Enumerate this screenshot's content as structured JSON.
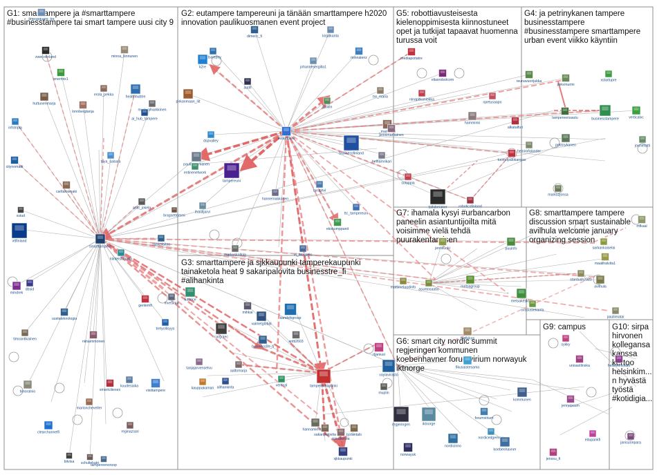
{
  "groups": [
    {
      "id": "G1",
      "lines": [
        "G1: smarttampere ja #smarttampere",
        "#businesstampere tai smart tampere uusi city 9"
      ]
    },
    {
      "id": "G2",
      "lines": [
        "G2: eutampere tampereuni ja tänään smarttampere h2020",
        "innovation paulikuosmanen event project"
      ]
    },
    {
      "id": "G5",
      "lines": [
        "G5: robottiavusteisesta",
        "kielenoppimisesta kiinnostuneet",
        "opet ja tutkijat tapaavat huomenna",
        "turussa voit"
      ]
    },
    {
      "id": "G4",
      "lines": [
        "G4: ja petrinykanen tampere",
        "businesstampere",
        "#businesstampere smarttampere",
        "urban event viikko käyntiin"
      ]
    },
    {
      "id": "G7",
      "lines": [
        "G7: ihamala kysyi #urbancarbon",
        "paneelin asiantuntijoilta mitä",
        "voisimme vielä tehdä",
        "puurakentamisen"
      ]
    },
    {
      "id": "G8",
      "lines": [
        "G8: smarttampere tampere",
        "discussion smart sustainable",
        "avilhula welcome january",
        "organizing session"
      ]
    },
    {
      "id": "G3",
      "lines": [
        "G3: smarttampere ja sjkkaupunki tamperekaupunki",
        "tainaketola heat 9 sakaripalovita businesstre_fi",
        "#alihankinta"
      ]
    },
    {
      "id": "G6",
      "lines": [
        "G6: smart city nordic summit",
        "regjeringen kommunen",
        "koebenhavner forumvirium norwayuk",
        "iktnorge"
      ]
    },
    {
      "id": "G9",
      "lines": [
        "G9: campus"
      ]
    },
    {
      "id": "G10",
      "lines": [
        "G10: sirpa",
        "hirvonen",
        "kollegansa",
        "kanssa",
        "kertoo",
        "helsinkim...",
        "n hyvästä",
        "työstä",
        "#kotidigia..."
      ]
    }
  ],
  "nodes": [
    {
      "id": "timessquare_tre",
      "color": "#6b8fb5"
    },
    {
      "id": "zwecofinland",
      "color": "#2b2b2b"
    },
    {
      "id": "enermix1",
      "color": "#3c9a3c"
    },
    {
      "id": "minna_kinnunen",
      "color": "#9a8a78"
    },
    {
      "id": "healthhubtre",
      "color": "#2f6fb0"
    },
    {
      "id": "erola_pekka",
      "color": "#8a6a5a"
    },
    {
      "id": "huttunenmarja",
      "color": "#7a5a4a"
    },
    {
      "id": "lonnbergtanja",
      "color": "#a07060"
    },
    {
      "id": "markusmarkkinen",
      "color": "#6a6a6a"
    },
    {
      "id": "ai_hub_tampere",
      "color": "#1f4f8f"
    },
    {
      "id": "infotripla",
      "color": "#2a7ac0"
    },
    {
      "id": "taya_salsala",
      "color": "#4a8fd0"
    },
    {
      "id": "citynomadi",
      "color": "#1d5fa0"
    },
    {
      "id": "carltalosmaki",
      "color": "#8a6a50"
    },
    {
      "id": "antti_jokela",
      "color": "#5a5a5a"
    },
    {
      "id": "bragsettommi",
      "color": "#6a5040"
    },
    {
      "id": "xstud",
      "color": "#444444"
    },
    {
      "id": "zahkolaitos",
      "color": "#2f5f8f"
    },
    {
      "id": "vttfinland",
      "color": "#0a3a8a"
    },
    {
      "id": "smarttampere",
      "color": "#1f3f6f"
    },
    {
      "id": "kiinteistoautta",
      "color": "#2a8a9a"
    },
    {
      "id": "mindrek",
      "color": "#7a2f8f"
    },
    {
      "id": "dbsid",
      "color": "#3a3a8a"
    },
    {
      "id": "uustateknologia",
      "color": "#2f5f8f"
    },
    {
      "id": "genlemfi",
      "color": "#c03040"
    },
    {
      "id": "timoantikainen",
      "color": "#7a6a5a"
    },
    {
      "id": "niinaimmonen",
      "color": "#8a5a6a"
    },
    {
      "id": "tretyollisyys",
      "color": "#1f5fb0"
    },
    {
      "id": "timoralnio",
      "color": "#8a8a7a"
    },
    {
      "id": "smartcitiesex",
      "color": "#b03040"
    },
    {
      "id": "kuudesaika",
      "color": "#5a7aa0"
    },
    {
      "id": "visittampere",
      "color": "#3f7fd0"
    },
    {
      "id": "marioncheveller",
      "color": "#9a6a50"
    },
    {
      "id": "clearchannelfi",
      "color": "#1f6fd0"
    },
    {
      "id": "reginazsari",
      "color": "#7a5a5a"
    },
    {
      "id": "bitvisa",
      "color": "#3f3f3f"
    },
    {
      "id": "schultekatri",
      "color": "#6a5a5a"
    },
    {
      "id": "tampereenorsop",
      "color": "#4a6a8a"
    },
    {
      "id": "3dsalepoy",
      "color": "#2a6fb0"
    },
    {
      "id": "dimecc_fi",
      "color": "#2f5f8f"
    },
    {
      "id": "kirjatkanta",
      "color": "#6a8ab0"
    },
    {
      "id": "k2re",
      "color": "#1f7fd0"
    },
    {
      "id": "autifi",
      "color": "#2f2f4f"
    },
    {
      "id": "johannesergilla1",
      "color": "#6a8fb0"
    },
    {
      "id": "minnalenz",
      "color": "#3f7fbf"
    },
    {
      "id": "pirkanmaan_liit",
      "color": "#a05a30"
    },
    {
      "id": "ajuxlin",
      "color": "#5a8a5a"
    },
    {
      "id": "tre_maria",
      "color": "#8a7a6a"
    },
    {
      "id": "eutampere",
      "color": "#2f6fd0"
    },
    {
      "id": "dspvalley",
      "color": "#2a8ad0"
    },
    {
      "id": "businessfinland",
      "color": "#1f4fa0"
    },
    {
      "id": "_marhoela",
      "color": "#8a6a5a"
    },
    {
      "id": "paulikuosmanen",
      "color": "#6a7a8a"
    },
    {
      "id": "tampereuni",
      "color": "#4a1f8f"
    },
    {
      "id": "helhamrikari",
      "color": "#7a7a8a"
    },
    {
      "id": "entinenetwork",
      "color": "#3f8f6f"
    },
    {
      "id": "hannemakkonen",
      "color": "#6a6a8a"
    },
    {
      "id": "taruphvl",
      "color": "#4a7ab0"
    },
    {
      "id": "ihautijarvi",
      "color": "#6a8aa0"
    },
    {
      "id": "ttc_tampereuni",
      "color": "#3f6fb0"
    },
    {
      "id": "ekokumppanit",
      "color": "#3f9a4f"
    },
    {
      "id": "markuskallola",
      "color": "#6a6a6a"
    },
    {
      "id": "vl_brussels",
      "color": "#4a6a9a"
    },
    {
      "id": "mediapoitatre",
      "color": "#c03040"
    },
    {
      "id": "eliasrobotcom",
      "color": "#7a2a7a"
    },
    {
      "id": "ninapitkaniokka",
      "color": "#c04050"
    },
    {
      "id": "opetusaapo",
      "color": "#c05060"
    },
    {
      "id": "alkatalfuri",
      "color": "#b03040"
    },
    {
      "id": "jennimartiainen",
      "color": "#8a6a7a"
    },
    {
      "id": "hamminki",
      "color": "#8a7a7a"
    },
    {
      "id": "tuomopalokangas",
      "color": "#c03040"
    },
    {
      "id": "solappia",
      "color": "#c04050"
    },
    {
      "id": "tallaberaker",
      "color": "#2a2a2a"
    },
    {
      "id": "roboticsfinland",
      "color": "#a03040"
    },
    {
      "id": "reunavuorijukka",
      "color": "#5a8a4a"
    },
    {
      "id": "xstartupre",
      "color": "#3f9a3f"
    },
    {
      "id": "pekvinurmi",
      "color": "#6a8a5a"
    },
    {
      "id": "tampereensautu",
      "color": "#3f6f3f"
    },
    {
      "id": "businesstampere",
      "color": "#2f8f4f"
    },
    {
      "id": "verticalvc",
      "color": "#3f9f3f"
    },
    {
      "id": "petrinykanen",
      "color": "#5a7a5a"
    },
    {
      "id": "jounimatti",
      "color": "#6a8a6a"
    },
    {
      "id": "heinirafalander",
      "color": "#7a8a6a"
    },
    {
      "id": "markuzjonsa",
      "color": "#6a7a5a"
    },
    {
      "id": "jenniluoki",
      "color": "#8a9a4a"
    },
    {
      "id": "puuinfo",
      "color": "#4a8a3f"
    },
    {
      "id": "metsagroup",
      "color": "#5a8f2f"
    },
    {
      "id": "mattimelaadinfo",
      "color": "#8a8a3f"
    },
    {
      "id": "asuntosaatio",
      "color": "#7a8a3f"
    },
    {
      "id": "sarkankaiselai",
      "color": "#8a9a3f"
    },
    {
      "id": "maalihalvita1",
      "color": "#9a9a4f"
    },
    {
      "id": "stardush2020",
      "color": "#8a8a5a"
    },
    {
      "id": "avilhula",
      "color": "#7a7a4a"
    },
    {
      "id": "metsakeskus",
      "color": "#3f8f3f"
    },
    {
      "id": "svasustekanta",
      "color": "#6a9a3f"
    },
    {
      "id": "pauliimatai",
      "color": "#8a8a6a"
    },
    {
      "id": "mfkaal",
      "color": "#8a9a6a"
    },
    {
      "id": "mufkikas",
      "color": "#a08a6a"
    },
    {
      "id": "sykky",
      "color": "#c04080"
    },
    {
      "id": "unisastlinska",
      "color": "#a04080"
    },
    {
      "id": "helsinkimisato",
      "color": "#8a3f8f"
    },
    {
      "id": "jennepuum",
      "color": "#9a4a8a"
    },
    {
      "id": "edupankfi",
      "color": "#c040a0"
    },
    {
      "id": "jenssu_fi",
      "color": "#b04080"
    },
    {
      "id": "janisuonpara",
      "color": "#7a4a7a"
    },
    {
      "id": "futurice",
      "color": "#2f8f6f"
    },
    {
      "id": "mvesima",
      "color": "#5a6a7a"
    },
    {
      "id": "mihkai",
      "color": "#5a5a6a"
    },
    {
      "id": "sandvikgroup",
      "color": "#1f6fb0"
    },
    {
      "id": "valmetglobal",
      "color": "#2f4f7f"
    },
    {
      "id": "cargotec",
      "color": "#3f3f3f"
    },
    {
      "id": "businesstre_fi",
      "color": "#2f5f8f"
    },
    {
      "id": "antti2603",
      "color": "#6a6a6a"
    },
    {
      "id": "tanjajarvenselvu",
      "color": "#8a6a8a"
    },
    {
      "id": "aaltomarja",
      "color": "#7a6a6a"
    },
    {
      "id": "kauppakamari",
      "color": "#c07a30"
    },
    {
      "id": "alihankinta",
      "color": "#2f4f8f"
    },
    {
      "id": "vertical",
      "color": "#2f8f5f"
    },
    {
      "id": "tamperekaupunki",
      "color": "#c03030"
    },
    {
      "id": "vaylavirasto",
      "color": "#1f5fa0"
    },
    {
      "id": "rtjaniusi",
      "color": "#c04080"
    },
    {
      "id": "hannamiempola",
      "color": "#6a6a5a"
    },
    {
      "id": "sakaripalovita",
      "color": "#7a6a5a"
    },
    {
      "id": "tainaketola",
      "color": "#8a6a6a"
    },
    {
      "id": "tyzlantalo",
      "color": "#7a6a4a"
    },
    {
      "id": "sjkkaupunki",
      "color": "#2f3f7f"
    },
    {
      "id": "muplin",
      "color": "#5a5a5a"
    },
    {
      "id": "regjeringen",
      "color": "#2f2f3f"
    },
    {
      "id": "iktnorge",
      "color": "#5a8aa0"
    },
    {
      "id": "fikusaistesama",
      "color": "#3f9fd0"
    },
    {
      "id": "nordicedgeexpo",
      "color": "#3f8fbf"
    },
    {
      "id": "kommunen",
      "color": "#3f5f8f"
    },
    {
      "id": "norwayuk",
      "color": "#2f2f5f"
    },
    {
      "id": "nordicinno",
      "color": "#2f6fa0"
    },
    {
      "id": "koebenhavner",
      "color": "#3f6f9f"
    },
    {
      "id": "forumvirium",
      "color": "#3f7faf"
    }
  ]
}
